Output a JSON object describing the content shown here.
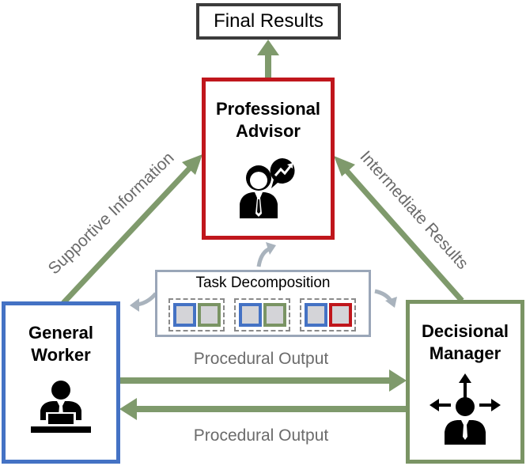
{
  "nodes": {
    "final_results": {
      "label": "Final Results"
    },
    "professional_advisor": {
      "line1": "Professional",
      "line2": "Advisor",
      "icon": "advisor-person-chat-icon"
    },
    "general_worker": {
      "line1": "General",
      "line2": "Worker",
      "icon": "worker-at-laptop-icon"
    },
    "decisional_manager": {
      "line1": "Decisional",
      "line2": "Manager",
      "icon": "manager-decision-arrows-icon"
    }
  },
  "edges": {
    "supportive_information": "Supportive Information",
    "intermediate_results": "Intermediate Results",
    "procedural_output_top": "Procedural Output",
    "procedural_output_bottom": "Procedural Output"
  },
  "task_decomposition": {
    "label": "Task Decomposition",
    "groups": [
      [
        "general-worker",
        "decisional-manager"
      ],
      [
        "general-worker",
        "decisional-manager"
      ],
      [
        "general-worker",
        "professional-advisor"
      ]
    ]
  },
  "colors": {
    "advisor": "#c0161c",
    "worker": "#4472c4",
    "manager": "#7a9464",
    "arrow": "#7f9a6c",
    "final_border": "#3c3c3c",
    "task_border": "#9aa6b8",
    "curved_arrow": "#a9b3bd"
  }
}
